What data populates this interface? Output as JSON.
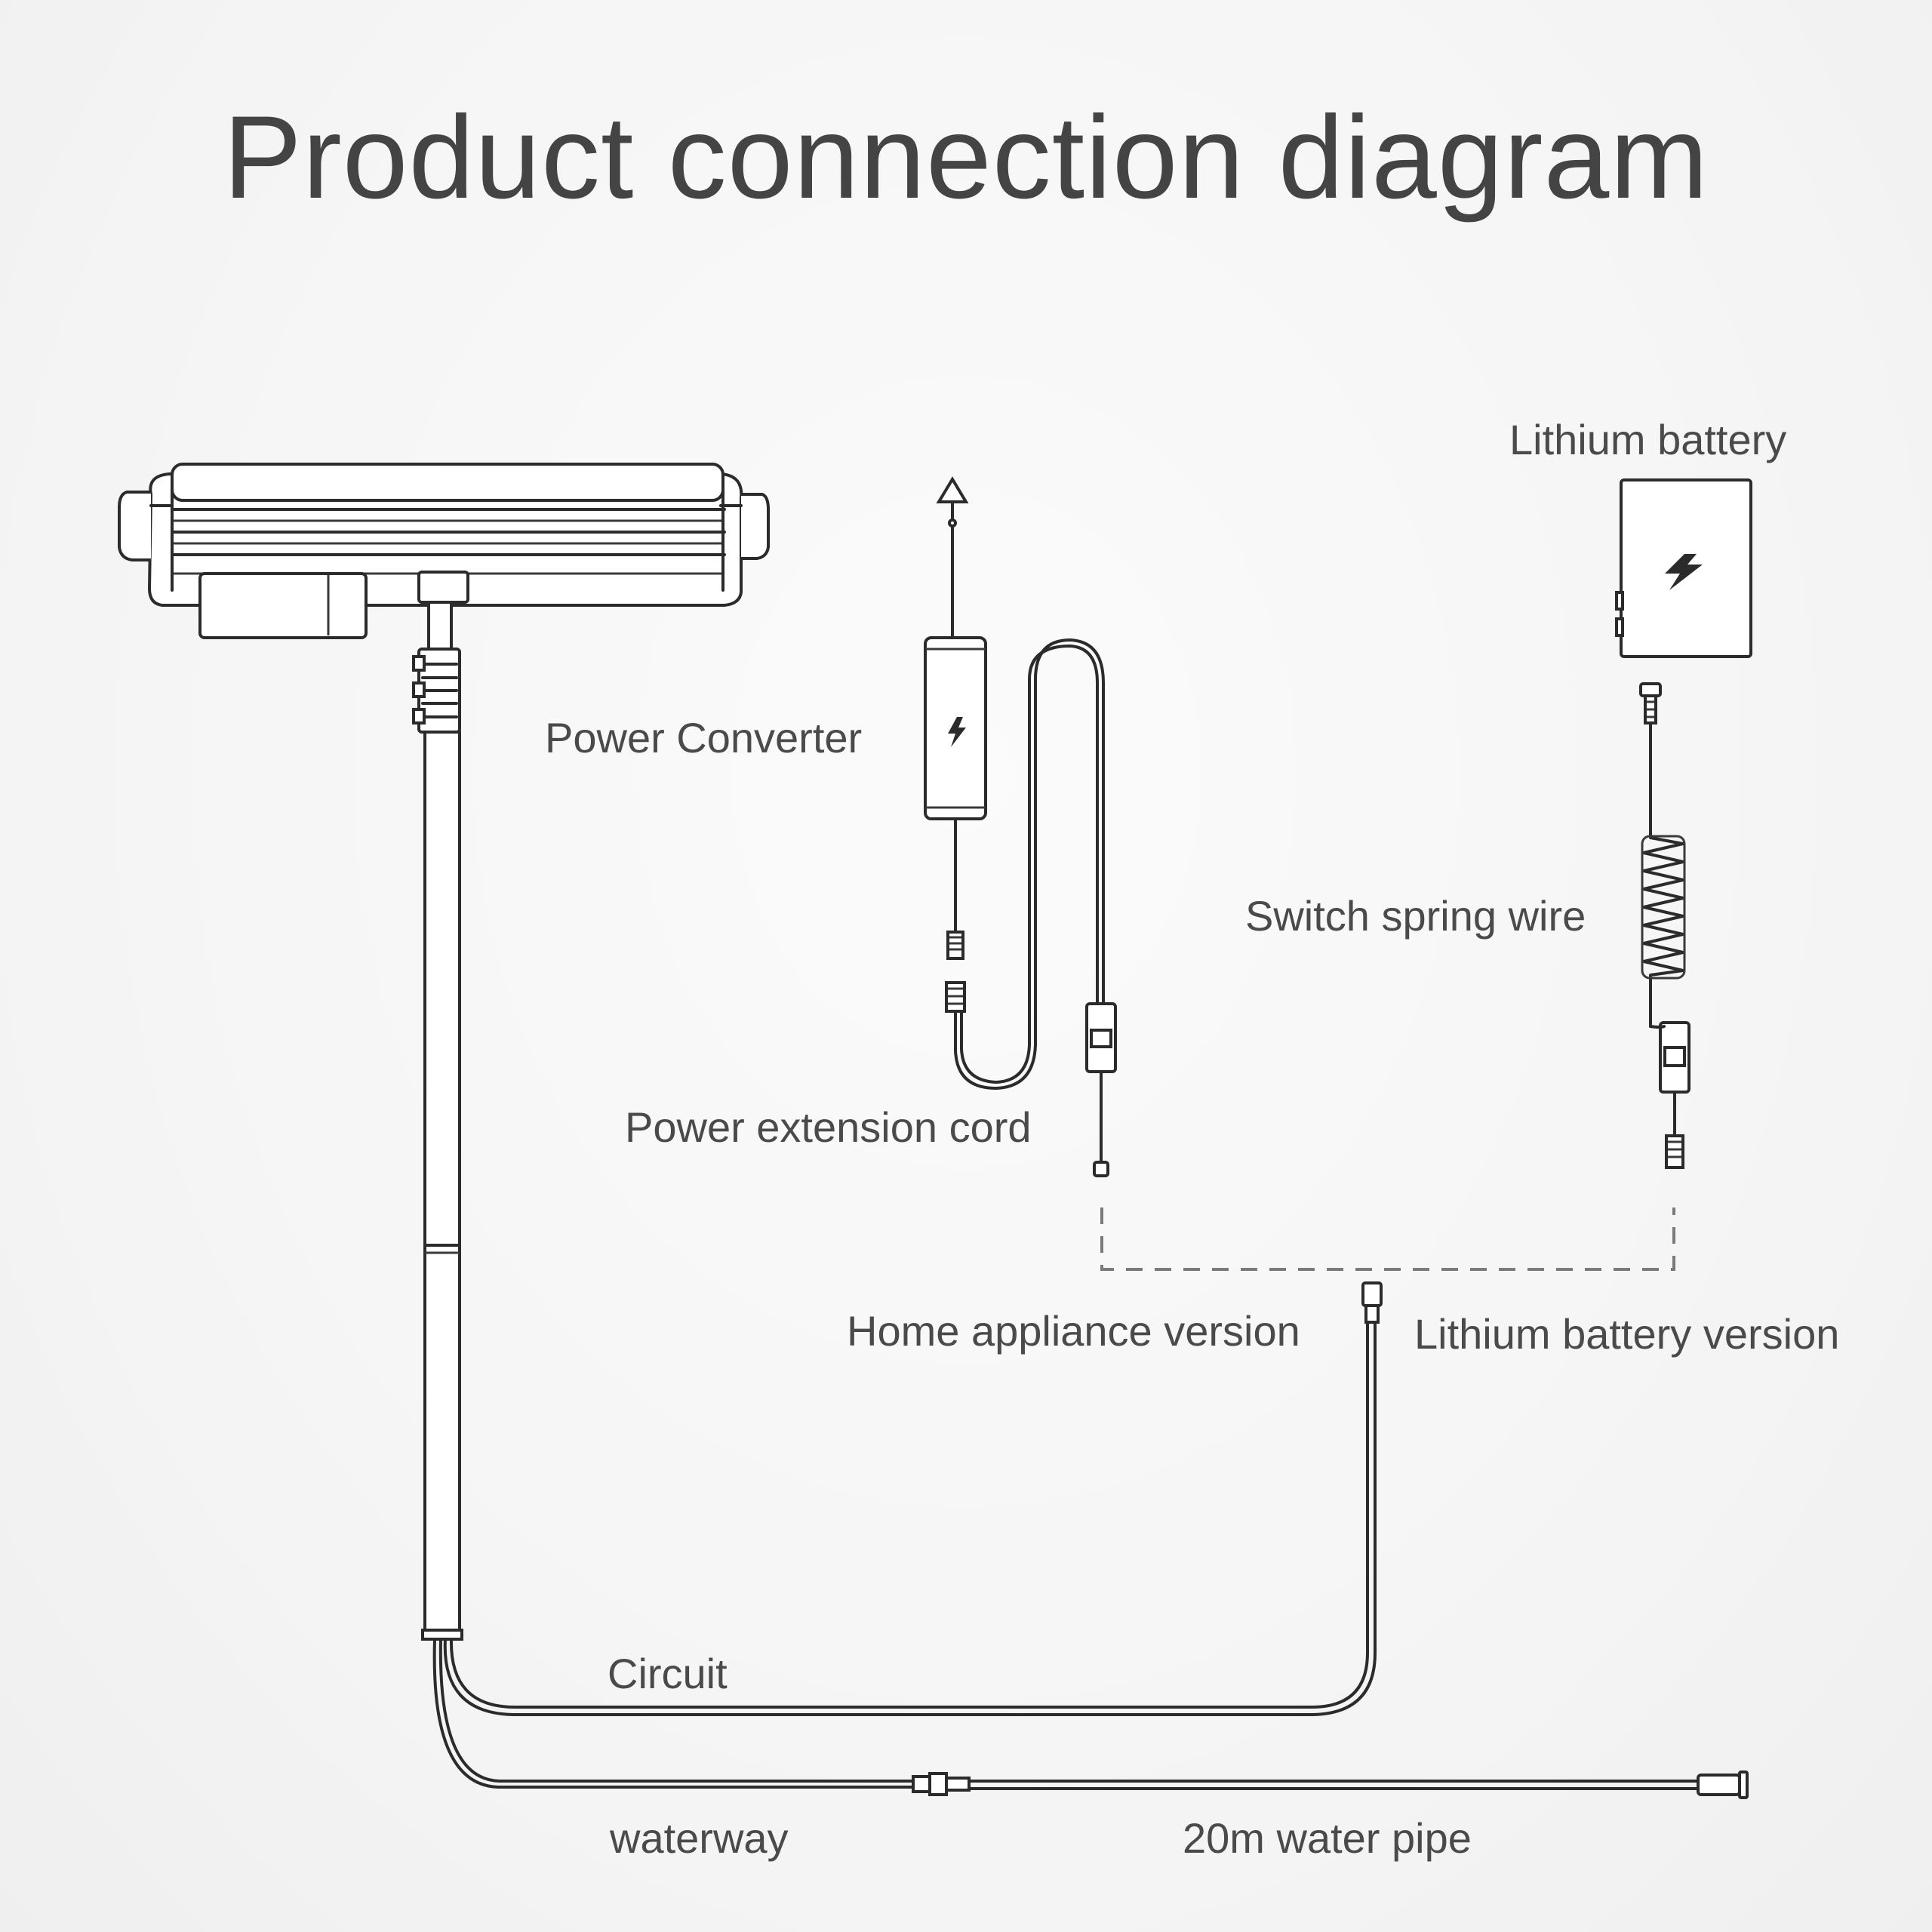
{
  "title": "Product connection diagram",
  "labels": {
    "lithium_battery": "Lithium battery",
    "power_converter": "Power Converter",
    "switch_spring_wire": "Switch spring wire",
    "power_extension_cord": "Power extension cord",
    "home_appliance_version": "Home appliance version",
    "lithium_battery_version": "Lithium battery version",
    "circuit": "Circuit",
    "waterway": "waterway",
    "water_pipe": "20m water pipe"
  },
  "colors": {
    "line": "#2b2b2b",
    "text": "#4a4a4a",
    "dashed": "#7a7a7a",
    "background": "#f7f7f7"
  },
  "icons": [
    "lightning-icon",
    "plug-icon"
  ]
}
